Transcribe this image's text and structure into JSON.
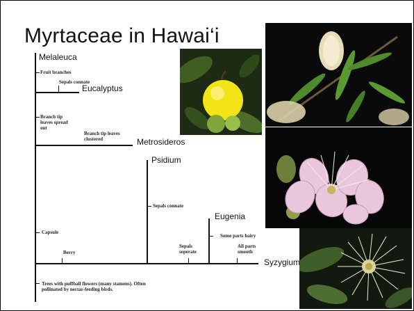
{
  "slide": {
    "title": "Myrtaceae in Hawai‘i"
  },
  "tree": {
    "genera": {
      "melaleuca": "Melaleuca",
      "eucalyptus": "Eucalyptus",
      "metrosideros": "Metrosideros",
      "psidium": "Psidium",
      "eugenia": "Eugenia",
      "syzygium": "Syzygium"
    },
    "characters": {
      "fruit_branches": "Fruit branches",
      "sepals_connate_1": "Sepals connate",
      "branch_tip_spread": "Branch tip leaves spread out",
      "branch_tip_clustered": "Branch tip leaves clustered",
      "sepals_connate_2": "Sepals connate",
      "some_parts_hairy": "Some parts hairy",
      "capsule": "Capsule",
      "berry": "Berry",
      "sepals_seperate": "Sepals seperate",
      "all_parts_smooth": "All parts smooth",
      "trees_puffball": "Trees with puffball flowers (many stamens). Often pollinated by nectar-feeding birds."
    }
  },
  "colors": {
    "line": "#111111",
    "lemon": "#f2e416",
    "guava_green": "#7fa63a",
    "eucalyptus_cream": "#e6dcb8",
    "eugenia_pink": "#e9c6dc",
    "syzygium_white": "#f3f0d2",
    "photo_bg": "#0a0a0a"
  }
}
